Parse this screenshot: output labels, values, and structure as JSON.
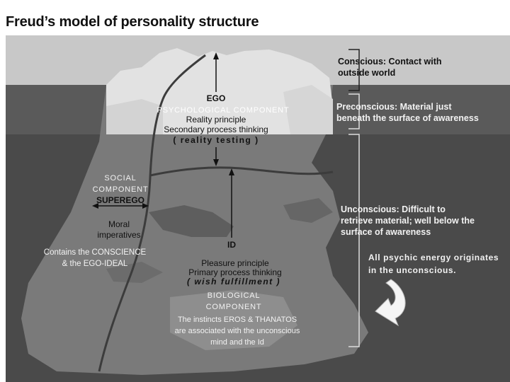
{
  "title": "Freud’s model of personality structure",
  "iceberg": {
    "ego": {
      "heading": "EGO",
      "component": "PSYCHOLOGICAL COMPONENT",
      "principle": "Reality principle",
      "process": "Secondary process thinking",
      "paren": "( reality testing )"
    },
    "superego": {
      "component_line1": "SOCIAL",
      "component_line2": "COMPONENT",
      "heading": "SUPEREGO",
      "desc_line1": "Moral",
      "desc_line2": "imperatives",
      "contains_line1": "Contains the CONSCIENCE",
      "contains_line2": "& the EGO-IDEAL"
    },
    "id": {
      "heading": "ID",
      "principle": "Pleasure principle",
      "process": "Primary process thinking",
      "paren": "( wish fulfillment )",
      "component_line1": "BIOLOGICAL",
      "component_line2": "COMPONENT",
      "instinct_line1": "The instincts EROS & THANATOS",
      "instinct_line2": "are associated with the unconscious",
      "instinct_line3": "mind and the Id"
    }
  },
  "levels": {
    "conscious": {
      "line1": "Conscious: Contact with",
      "line2": "outside world"
    },
    "preconscious": {
      "line1": "Preconscious: Material just",
      "line2": "beneath the surface of awareness"
    },
    "unconscious": {
      "line1": "Unconscious: Difficult to",
      "line2": "retrieve material; well below the",
      "line3": "surface of awareness"
    }
  },
  "energy_note": {
    "line1": "All psychic energy originates",
    "line2": "in the unconscious."
  },
  "colors": {
    "sky": "#c9c9c9",
    "water": "#4a4a4a",
    "ice_above": "#e2e2e2",
    "ice_below": "#7a7a7a"
  }
}
